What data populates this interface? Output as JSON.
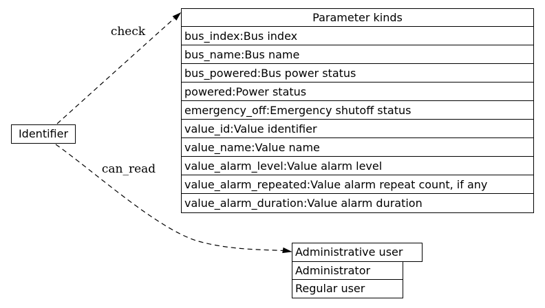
{
  "diagram": {
    "background": "#ffffff",
    "stroke_color": "#000000",
    "text_color": "#000000",
    "nodes": {
      "identifier": {
        "label": "Identifier"
      },
      "parameter_kinds": {
        "title": "Parameter kinds",
        "rows": [
          "bus_index:Bus index",
          "bus_name:Bus name",
          "bus_powered:Bus power status",
          "powered:Power status",
          "emergency_off:Emergency shutoff status",
          "value_id:Value identifier",
          "value_name:Value name",
          "value_alarm_level:Value alarm level",
          "value_alarm_repeated:Value alarm repeat count, if any",
          "value_alarm_duration:Value alarm duration"
        ]
      },
      "administrative_user": {
        "title": "Administrative user",
        "rows": [
          "Administrator",
          "Regular user"
        ]
      }
    },
    "edges": [
      {
        "label": "check",
        "from": "Identifier",
        "to": "Parameter kinds",
        "style": "dashed"
      },
      {
        "label": "can_read",
        "from": "Identifier",
        "to": "Administrative user",
        "style": "dashed"
      }
    ]
  }
}
